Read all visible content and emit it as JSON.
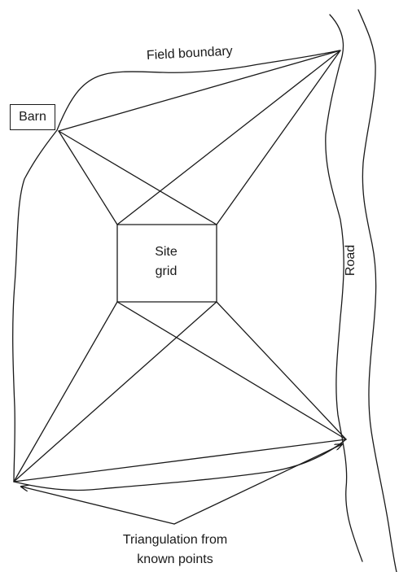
{
  "labels": {
    "barn": "Barn",
    "field_boundary": "Field boundary",
    "site_grid_line1": "Site",
    "site_grid_line2": "grid",
    "road": "Road",
    "triangulation_line1": "Triangulation from",
    "triangulation_line2": "known points"
  },
  "colors": {
    "ink": "#1a1a1a",
    "background": "#ffffff"
  }
}
